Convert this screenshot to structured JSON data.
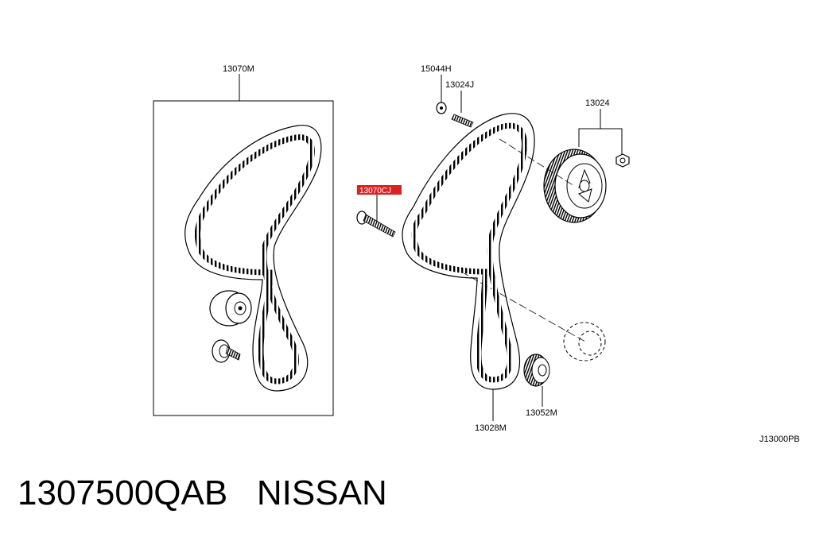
{
  "diagram": {
    "kit_label": "13070M",
    "bolt_top_label": "15044H",
    "stud_label": "13024J",
    "sprocket_label": "13024",
    "highlight_label": "13070CJ",
    "belt_label": "13028M",
    "crank_label": "13052M",
    "ref_code": "J13000PB",
    "highlight_color": "#e02020"
  },
  "caption": {
    "part_number": "1307500QAB",
    "brand": "NISSAN"
  }
}
